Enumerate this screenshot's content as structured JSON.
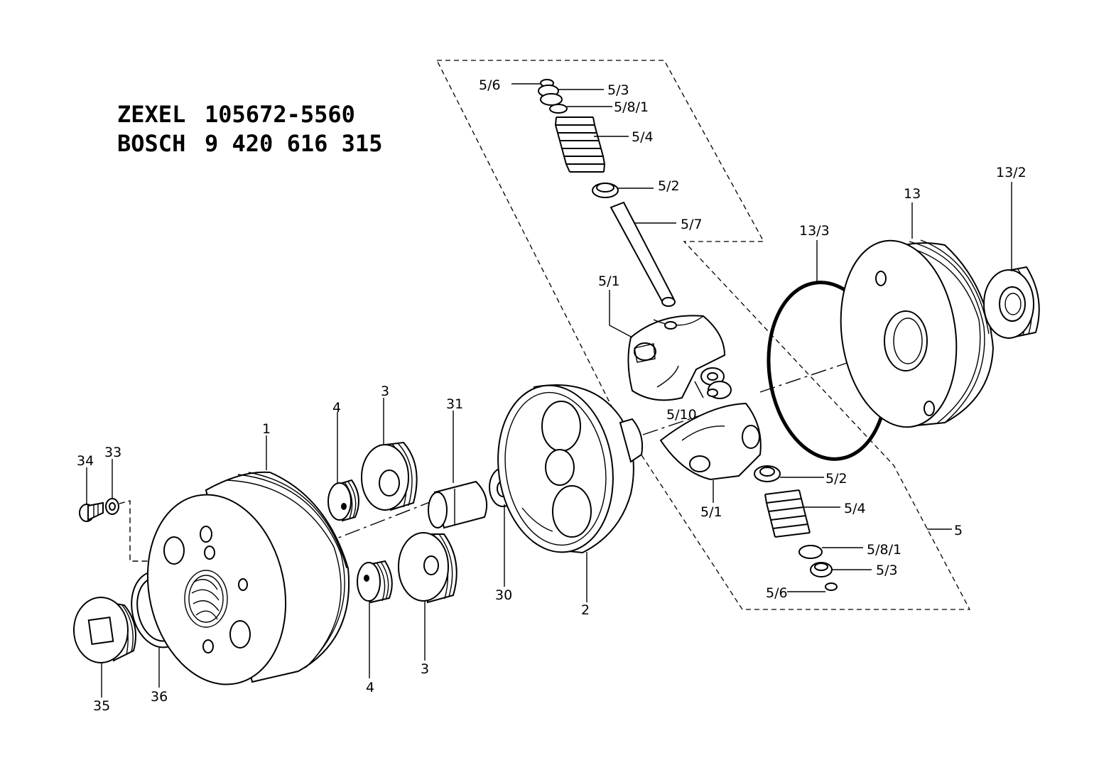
{
  "header": {
    "line1_brand": "ZEXEL",
    "line1_number": "105672-5560",
    "line2_brand": "BOSCH",
    "line2_number": "9 420 616 315"
  },
  "callouts": {
    "p1": "1",
    "p2": "2",
    "p3_top": "3",
    "p3_bottom": "3",
    "p4_top": "4",
    "p4_bottom": "4",
    "p5": "5",
    "p5_1_top": "5/1",
    "p5_1_bottom": "5/1",
    "p5_2_top": "5/2",
    "p5_2_bottom": "5/2",
    "p5_3_top": "5/3",
    "p5_3_bottom": "5/3",
    "p5_4_top": "5/4",
    "p5_4_bottom": "5/4",
    "p5_6_top": "5/6",
    "p5_6_bottom": "5/6",
    "p5_7": "5/7",
    "p5_8_1_top": "5/8/1",
    "p5_8_1_bottom": "5/8/1",
    "p5_10": "5/10",
    "p13": "13",
    "p13_2": "13/2",
    "p13_3": "13/3",
    "p30": "30",
    "p31": "31",
    "p33": "33",
    "p34": "34",
    "p35": "35",
    "p36": "36"
  }
}
